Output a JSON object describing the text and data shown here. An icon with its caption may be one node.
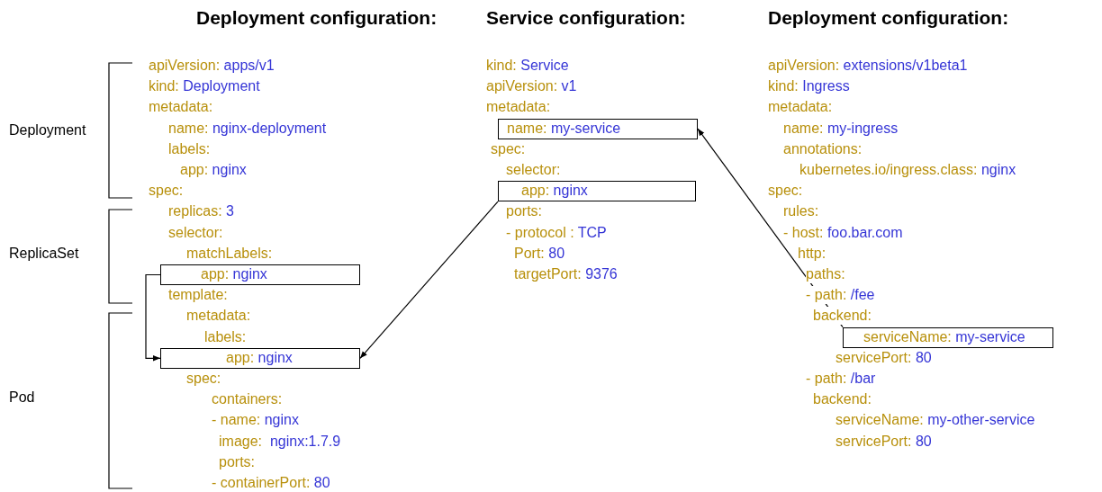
{
  "diagram": {
    "nodes": [
      {
        "text": [
          "app: nginx"
        ]
      },
      {
        "text": [
          "app: nginx"
        ]
      },
      {
        "text": [
          "name: my-service"
        ]
      },
      {
        "text": [
          "app: nginx"
        ]
      },
      {
        "text": [
          "serviceName: my-service"
        ]
      }
    ],
    "edges": [
      {
        "from": 0,
        "to": 1,
        "arrow": "to"
      },
      {
        "from": 3,
        "to": 1,
        "arrow": "to"
      },
      {
        "from": 4,
        "to": 2,
        "arrow": "to"
      }
    ],
    "labels": [
      "Deployment configuration:",
      "Service configuration:",
      "Deployment configuration:",
      "Deployment",
      "ReplicaSet",
      "Pod",
      "apiVersion: apps/v1",
      "kind: Deployment",
      "metadata:",
      "name: nginx-deployment",
      "labels:",
      "app: nginx",
      "spec:",
      "replicas: 3",
      "selector:",
      "matchLabels:",
      "template:",
      "metadata:",
      "labels:",
      "spec:",
      "containers:",
      "- name: nginx",
      "image:  nginx:1.7.9",
      "ports:",
      "- containerPort: 80",
      "kind: Service",
      "apiVersion: v1",
      "metadata:",
      "spec:",
      "selector:",
      "ports:",
      "- protocol : TCP",
      "Port: 80",
      "targetPort: 9376",
      "apiVersion: extensions/v1beta1",
      "kind: Ingress",
      "metadata:",
      "name: my-ingress",
      "annotations:",
      "kubernetes.io/ingress.class: nginx",
      "spec:",
      "rules:",
      "- host: foo.bar.com",
      "http:",
      "paths:",
      "- path: /fee",
      "backend:",
      "servicePort: 80",
      "- path: /bar",
      "backend:",
      "serviceName: my-other-service",
      "servicePort: 80"
    ]
  }
}
